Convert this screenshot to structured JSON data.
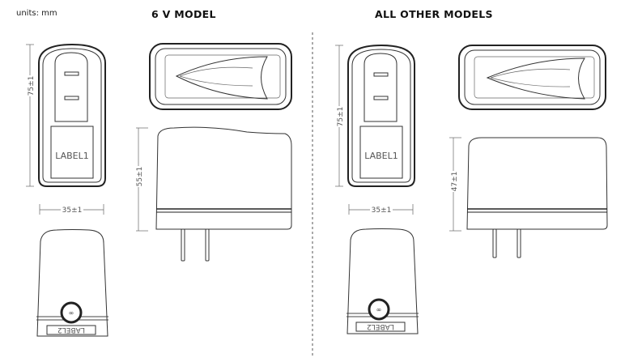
{
  "units_label": "units: mm",
  "models": [
    {
      "title": "6 V MODEL",
      "height_dim": "75±1",
      "width_dim": "35±1",
      "depth_dim": "55±1",
      "label_front": "LABEL1",
      "label_bottom": "LABEL2"
    },
    {
      "title": "ALL OTHER MODELS",
      "height_dim": "75±1",
      "width_dim": "35±1",
      "depth_dim": "47±1",
      "label_front": "LABEL1",
      "label_bottom": "LABEL2"
    }
  ]
}
